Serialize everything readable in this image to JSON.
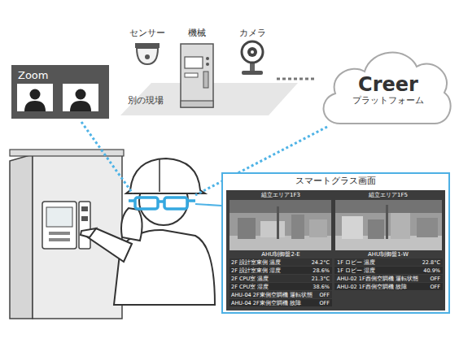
{
  "diagram": {
    "nodes": [
      {
        "text": [
          "センサー"
        ]
      },
      {
        "text": [
          "機械"
        ]
      },
      {
        "text": [
          "カメラ"
        ]
      },
      {
        "text": [
          "Zoom"
        ]
      },
      {
        "text": [
          "Creer",
          "プラットフォーム"
        ]
      },
      {
        "text": [
          "スマートグラス画面"
        ]
      }
    ],
    "edges": [
      {
        "from": 2,
        "to": 4,
        "arrow": "none"
      }
    ],
    "labels": [
      "別の現場",
      "組立エリア1F3",
      "組立エリア1F5",
      "AHU制御盤2-E",
      "AHU制御盤1-W",
      "2F 設計室東側 温度",
      "24.2°C",
      "2F 設計室東側 湿度",
      "28.6%",
      "2F CPU室 温度",
      "21.3°C",
      "2F CPU室 湿度",
      "38.6%",
      "AHU-04 2F東側空調機 運転状態",
      "OFF",
      "AHU-04 2F東側空調機 故障",
      "OFF",
      "1F ロビー 温度",
      "22.8°C",
      "1F ロビー 湿度",
      "40.9%",
      "AHU-02 1F西側空調機 運転状態",
      "OFF",
      "AHU-02 1F西側空調機 故障",
      "OFF"
    ]
  }
}
